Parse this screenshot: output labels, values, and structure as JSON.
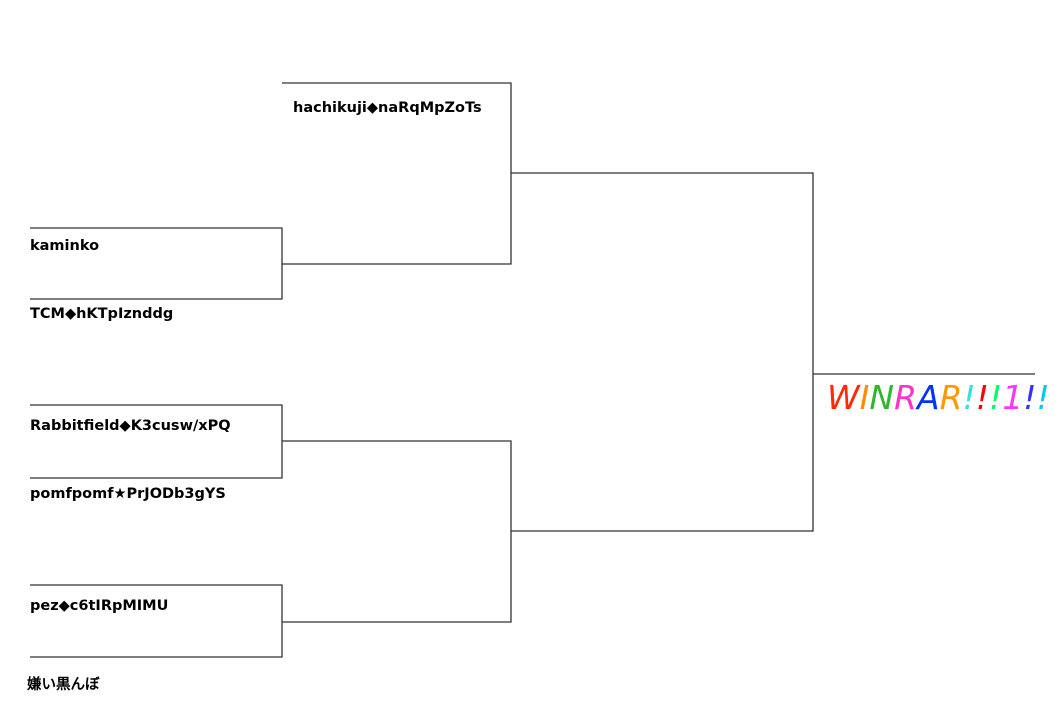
{
  "bracket": {
    "players": [
      "hachikuji◆naRqMpZoTs",
      "kaminko",
      "TCM◆hKTpIznddg",
      "Rabbitfield◆K3cusw/xPQ",
      "pomfpomf★PrJODb3gYS",
      "pez◆c6tIRpMIMU",
      "嫌い黒んぼ"
    ],
    "winner": {
      "text": "WINRAR!!!1!!",
      "letters": [
        {
          "ch": "W",
          "color": "#ff2a00"
        },
        {
          "ch": "I",
          "color": "#ff8c00"
        },
        {
          "ch": "N",
          "color": "#2eb82e"
        },
        {
          "ch": "R",
          "color": "#ff33cc"
        },
        {
          "ch": "A",
          "color": "#0033ff"
        },
        {
          "ch": "R",
          "color": "#ff9900"
        },
        {
          "ch": "!",
          "color": "#33e0e0"
        },
        {
          "ch": "!",
          "color": "#ff0000"
        },
        {
          "ch": "!",
          "color": "#00ff66"
        },
        {
          "ch": "1",
          "color": "#ff33ff"
        },
        {
          "ch": "!",
          "color": "#3333ff"
        },
        {
          "ch": "!",
          "color": "#00c8ff"
        }
      ]
    }
  }
}
